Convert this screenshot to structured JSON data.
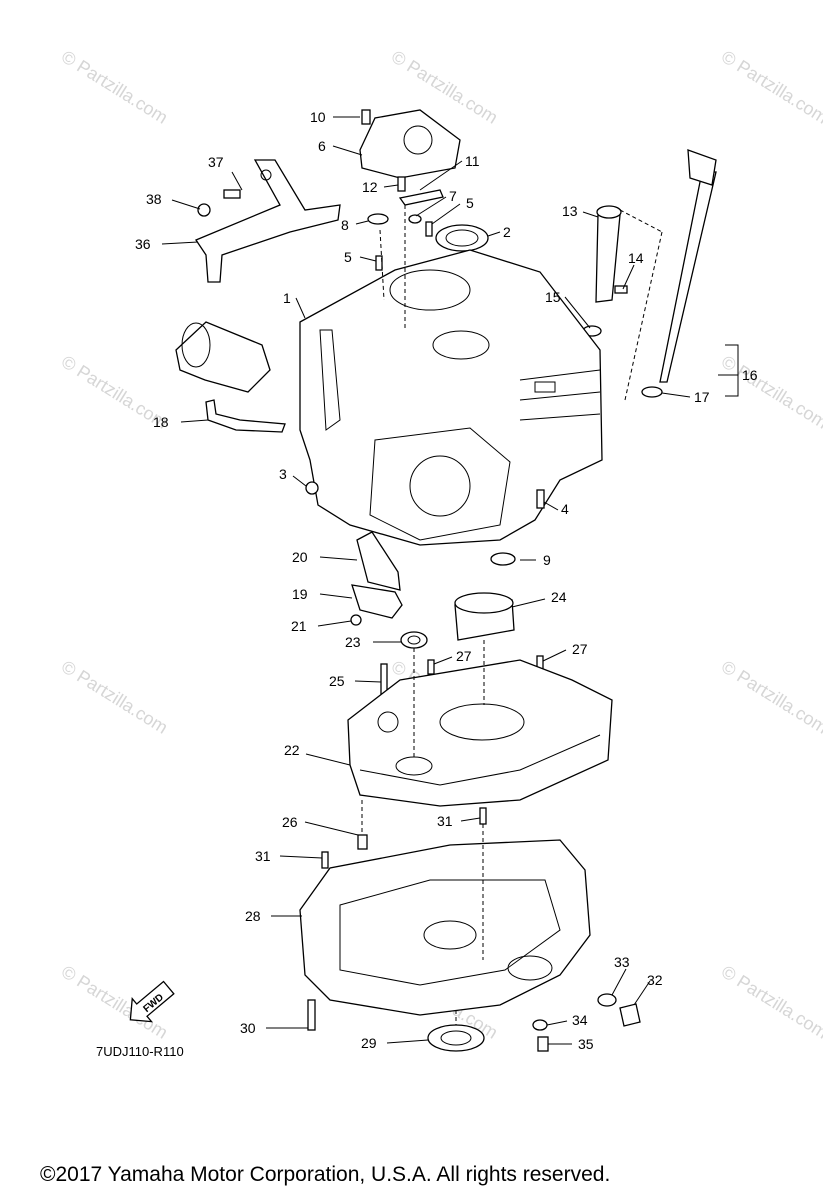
{
  "diagram": {
    "callouts": [
      "1",
      "2",
      "3",
      "4",
      "5",
      "6",
      "7",
      "8",
      "9",
      "10",
      "11",
      "12",
      "13",
      "14",
      "15",
      "16",
      "17",
      "18",
      "19",
      "20",
      "21",
      "22",
      "23",
      "24",
      "25",
      "26",
      "27",
      "28",
      "29",
      "30",
      "31",
      "32",
      "33",
      "34",
      "35",
      "36",
      "37",
      "38"
    ],
    "fwd_label": "FWD",
    "code": "7UDJ110-R110"
  },
  "watermark": "© Partzilla.com",
  "footer": {
    "copyright": "©2017  Yamaha Motor Corporation, U.S.A. All rights reserved."
  }
}
